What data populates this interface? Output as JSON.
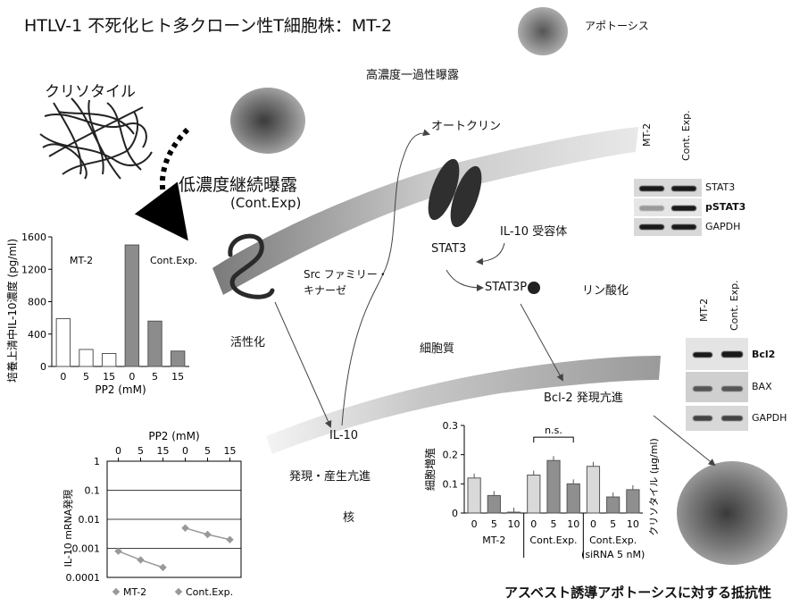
{
  "title": "HTLV-1 不死化ヒト多クローン性T細胞株：MT-2",
  "labels": {
    "apoptosis": "アポトーシス",
    "chrysotile": "クリソタイル",
    "high_exposure": "高濃度一過性曝露",
    "low_exposure": "低濃度継続曝露",
    "cont_exp": "(Cont.Exp)",
    "autocrine": "オートクリン",
    "il10_receptor": "IL-10 受容体",
    "stat3": "STAT3",
    "stat3p": "STAT3P",
    "phosphorylation": "リン酸化",
    "src_line1": "Src ファミリー・",
    "src_line2": "キナーゼ",
    "activation": "活性化",
    "cytoplasm": "細胞質",
    "bcl2_up": "Bcl-2 発現亢進",
    "il10": "IL-10",
    "il10_up": "発現・産生亢進",
    "nucleus": "核",
    "bottom_caption": "アスベスト誘導アポトーシスに対する抵抗性"
  },
  "blot1": {
    "lanes": [
      "MT-2",
      "Cont. Exp."
    ],
    "rows": [
      "STAT3",
      "pSTAT3",
      "GAPDH"
    ]
  },
  "blot2": {
    "lanes": [
      "MT-2",
      "Cont. Exp."
    ],
    "rows": [
      "Bcl2",
      "BAX",
      "GAPDH"
    ]
  },
  "chart_data": [
    {
      "type": "bar",
      "ylabel": "培養上清中IL-10濃度 (pg/ml)",
      "xlabel": "PP2 (mM)",
      "group_labels": [
        "MT-2",
        "Cont.Exp."
      ],
      "categories": [
        "0",
        "5",
        "15",
        "0",
        "5",
        "15"
      ],
      "values": [
        590,
        210,
        160,
        1500,
        560,
        190
      ],
      "ylim": [
        0,
        1600
      ],
      "yticks": [
        "0",
        "400",
        "800",
        "1200",
        "1600"
      ],
      "colors": [
        "#ffffff",
        "#ffffff",
        "#ffffff",
        "#8c8c8c",
        "#8c8c8c",
        "#8c8c8c"
      ]
    },
    {
      "type": "line",
      "scale": "log",
      "ylabel": "IL-10 mRNA発現",
      "xlabel": "PP2 (mM)",
      "x_ticks": [
        "0",
        "5",
        "15",
        "0",
        "5",
        "15"
      ],
      "yticks": [
        "0.0001",
        "0.001",
        "0.01",
        "0.1",
        "1"
      ],
      "ylim": [
        0.0001,
        1
      ],
      "series": [
        {
          "name": "MT-2",
          "values": [
            0.0008,
            0.0004,
            0.00022
          ],
          "color": "#999999"
        },
        {
          "name": "Cont.Exp.",
          "values": [
            0.005,
            0.003,
            0.002
          ],
          "color": "#999999"
        }
      ]
    },
    {
      "type": "bar",
      "ylabel": "細胞増殖",
      "right_label": "クリソタイル (µg/ml)",
      "categories": [
        "0",
        "5",
        "10",
        "0",
        "5",
        "10",
        "0",
        "5",
        "10"
      ],
      "group_labels": [
        "MT-2",
        "Cont.Exp.",
        "Cont.Exp."
      ],
      "group_sublabel": "(siRNA 5 nM)",
      "values": [
        0.12,
        0.06,
        0.003,
        0.13,
        0.18,
        0.1,
        0.16,
        0.055,
        0.08
      ],
      "ylim": [
        0,
        0.3
      ],
      "yticks": [
        "0",
        "0.1",
        "0.2",
        "0.3"
      ],
      "annotation": "n.s."
    }
  ]
}
